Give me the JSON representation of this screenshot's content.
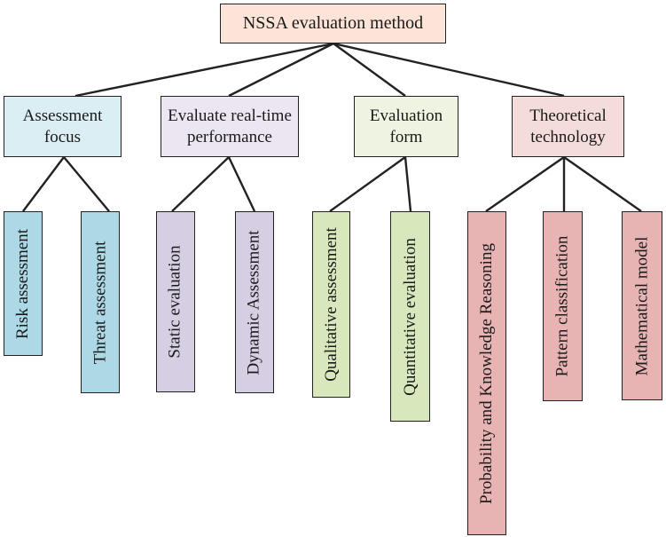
{
  "root": {
    "label": "NSSA evaluation method"
  },
  "categories": [
    {
      "line1": "Assessment",
      "line2": "focus"
    },
    {
      "line1": "Evaluate real-time",
      "line2": "performance"
    },
    {
      "line1": "Evaluation",
      "line2": "form"
    },
    {
      "line1": "Theoretical",
      "line2": "technology"
    }
  ],
  "leaves": [
    "Risk assessment",
    "Threat assessment",
    "Static evaluation",
    "Dynamic Assessment",
    "Qualitative assessment",
    "Quantitative evaluation",
    "Probability and Knowledge Reasoning",
    "Pattern classification",
    "Mathematical model"
  ],
  "colors": {
    "line": "#222222",
    "root": "#fde4d8",
    "focus": "#dbeef4",
    "focus_leaf": "#add8e6",
    "performance": "#ebe6f1",
    "performance_leaf": "#d6cfe4",
    "form": "#eef4e1",
    "form_leaf": "#d8e8bc",
    "technology": "#f4dcdb",
    "technology_leaf": "#e7b3b3"
  }
}
